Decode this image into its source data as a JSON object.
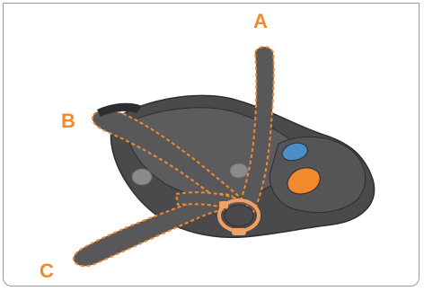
{
  "colors": {
    "accent": "#f08a2c",
    "seat_dark": "#4a4a4c",
    "seat_mid": "#5c5c5e",
    "strap": "#58585a",
    "outline": "#2e2e30",
    "blue_clip": "#4b8fc7",
    "buckle": "#f0a060"
  },
  "labels": {
    "a": "A",
    "b": "B",
    "c": "C"
  },
  "icons": {
    "strap_a": "shoulder-strap-a",
    "strap_b": "shoulder-strap-b",
    "strap_c": "lap-strap-c"
  }
}
